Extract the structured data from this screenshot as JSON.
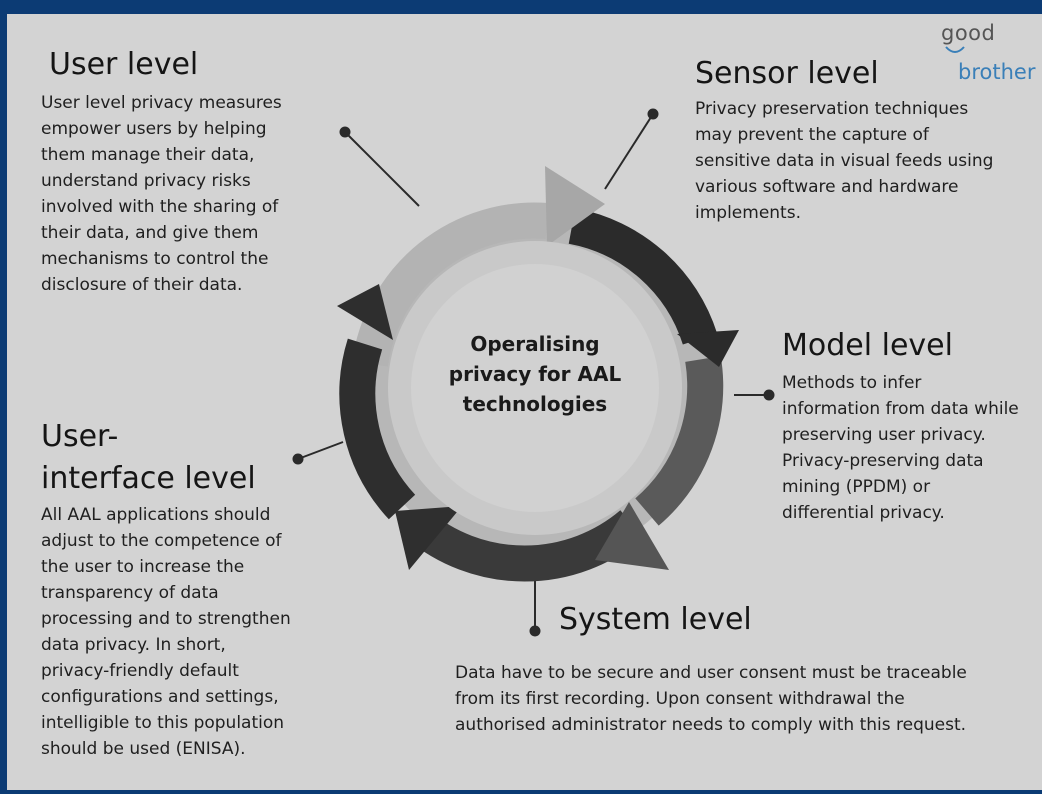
{
  "logo": {
    "top": "good",
    "bottom": "brother"
  },
  "center": {
    "lines": [
      "Operalising",
      "privacy for AAL",
      "technologies"
    ]
  },
  "levels": {
    "user": {
      "title": "User level",
      "lines": [
        "User level privacy measures",
        "empower users by helping",
        "them manage their data,",
        "understand privacy risks",
        "involved with the sharing of",
        "their data, and give them",
        "mechanisms to control the",
        "disclosure of their data."
      ]
    },
    "sensor": {
      "title": "Sensor level",
      "lines": [
        "Privacy preservation techniques",
        "may prevent the capture of",
        "sensitive data in visual feeds using",
        "various software and hardware",
        "implements."
      ]
    },
    "model": {
      "title": "Model level",
      "lines": [
        "Methods to infer",
        "information from data while",
        "preserving user privacy.",
        "Privacy-preserving data",
        "mining (PPDM) or",
        "differential privacy."
      ]
    },
    "ui": {
      "title_lines": [
        "User-",
        "interface level"
      ],
      "lines": [
        "All AAL applications should",
        "adjust to the competence of",
        "the user to increase the",
        "transparency of data",
        "processing and to strengthen",
        "data privacy. In short,",
        "privacy-friendly default",
        "configurations and settings,",
        "intelligible to this population",
        "should be used (ENISA)."
      ]
    },
    "system": {
      "title": "System level",
      "lines": [
        "Data have to be secure and user consent must be traceable",
        "from its first recording. Upon consent withdrawal the",
        "authorised administrator needs to comply with this request."
      ]
    }
  },
  "colors": {
    "background": "#d3d3d3",
    "border": "#0c3b74",
    "arrow_light": "#b3b3b3",
    "arrow_darkest": "#2b2b2b",
    "arrow_mid": "#5a5a5a",
    "arrow_dark": "#3a3a3a",
    "inner_circle": "#c9c9c9"
  }
}
